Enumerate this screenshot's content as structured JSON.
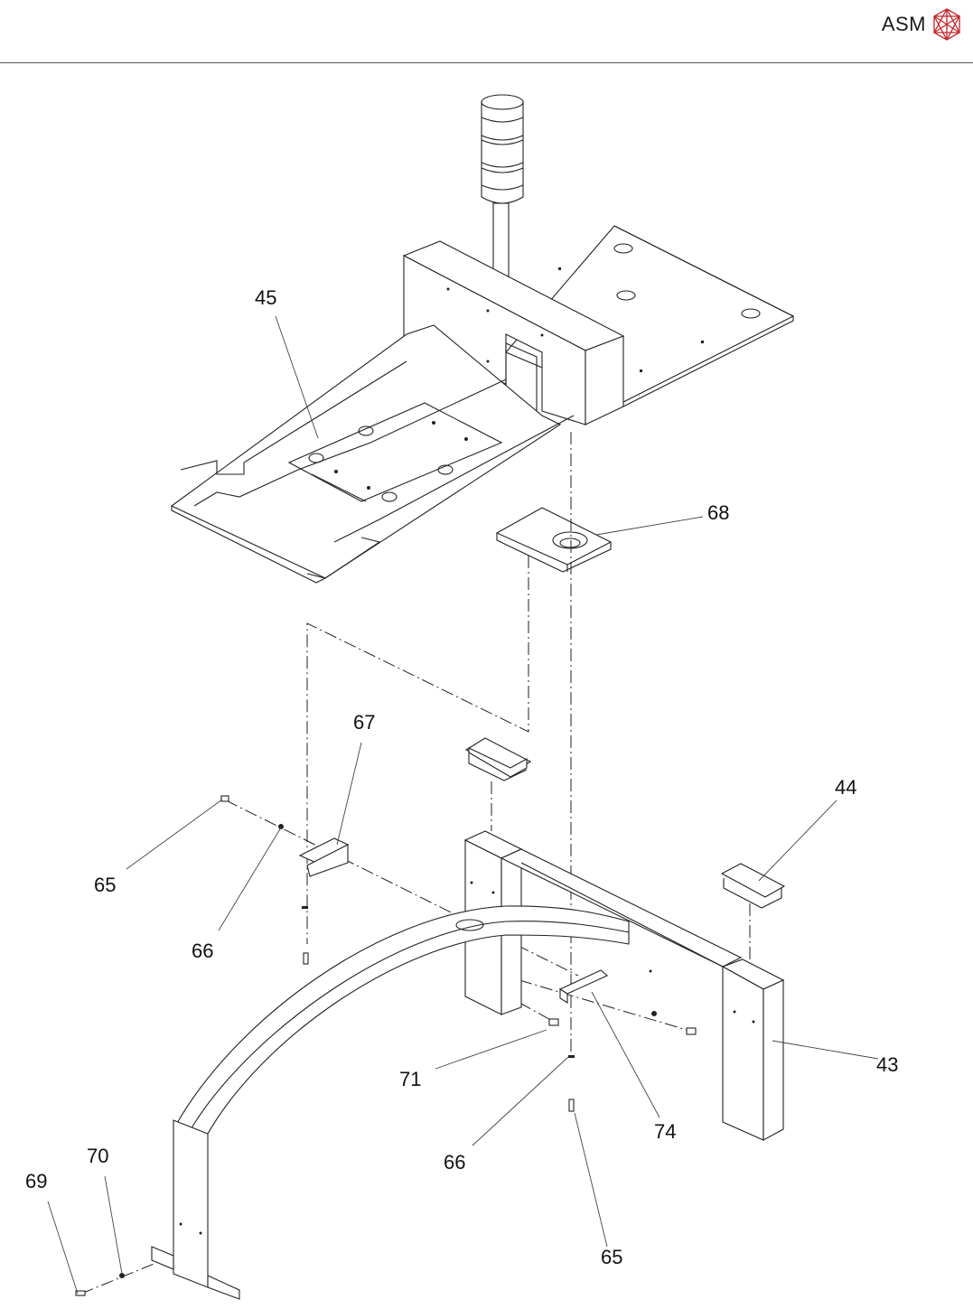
{
  "header": {
    "brand": "ASM",
    "brand_color": "#c0282d"
  },
  "drawing": {
    "type": "exploded-assembly",
    "callouts": [
      {
        "id": "c45",
        "label": "45"
      },
      {
        "id": "c68",
        "label": "68"
      },
      {
        "id": "c67",
        "label": "67"
      },
      {
        "id": "c44",
        "label": "44"
      },
      {
        "id": "c65a",
        "label": "65"
      },
      {
        "id": "c66a",
        "label": "66"
      },
      {
        "id": "c71",
        "label": "71"
      },
      {
        "id": "c43",
        "label": "43"
      },
      {
        "id": "c74",
        "label": "74"
      },
      {
        "id": "c66b",
        "label": "66"
      },
      {
        "id": "c65b",
        "label": "65"
      },
      {
        "id": "c70",
        "label": "70"
      },
      {
        "id": "c69",
        "label": "69"
      }
    ]
  }
}
